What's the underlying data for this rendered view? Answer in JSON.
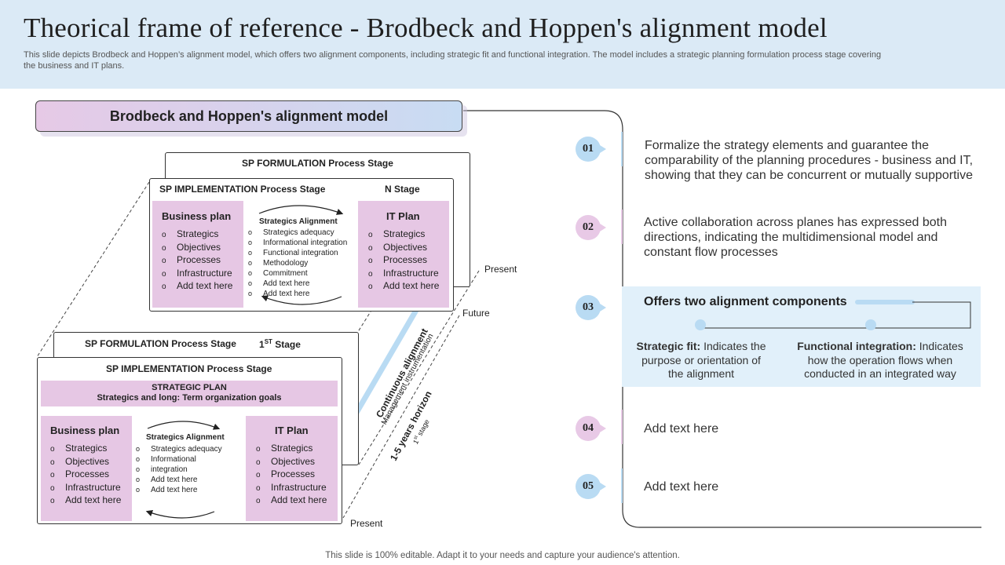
{
  "header": {
    "title": "Theorical frame of reference - Brodbeck and Hoppen's alignment model",
    "subtitle": "This slide depicts Brodbeck and Hoppen’s alignment model, which offers two alignment components, including strategic fit and functional integration. The model includes a strategic planning formulation process stage covering the business and IT plans."
  },
  "diagram": {
    "heading": "Brodbeck and Hoppen's alignment model",
    "top": {
      "formulation_label": "SP FORMULATION   Process Stage",
      "implementation_label": "SP IMPLEMENTATION   Process Stage",
      "n_stage": "N Stage",
      "business_plan": {
        "title": "Business  plan",
        "items": [
          "Strategics",
          "Objectives",
          "Processes",
          "Infrastructure",
          "Add text here"
        ]
      },
      "alignment": {
        "title": "Strategics Alignment",
        "items": [
          "Strategics adequacy",
          "Informational integration",
          "Functional integration",
          "Methodology",
          "Commitment",
          "Add text here",
          "Add text here"
        ]
      },
      "it_plan": {
        "title": "IT Plan",
        "items": [
          "Strategics",
          "Objectives",
          "Processes",
          "Infrastructure",
          "Add text here"
        ]
      }
    },
    "bottom": {
      "formulation_label": "SP FORMULATION   Process Stage",
      "stage_prefix": "1",
      "stage_sup": "ST",
      "stage_suffix": " Stage",
      "implementation_label": "SP IMPLEMENTATION   Process Stage",
      "strategic_plan_title": "STRATEGIC   PLAN",
      "strategic_plan_sub": "Strategics and long: Term organization goals",
      "business_plan": {
        "title": "Business  plan",
        "items": [
          "Strategics",
          "Objectives",
          "Processes",
          "Infrastructure",
          "Add text here"
        ]
      },
      "alignment": {
        "title": "Strategics Alignment",
        "items": [
          "Strategics adequacy",
          "Informational",
          "integration",
          "Add text here",
          "Add text here"
        ]
      },
      "it_plan": {
        "title": "IT Plan",
        "items": [
          "Strategics",
          "Objectives",
          "Processes",
          "Infrastructure",
          "Add text here"
        ]
      }
    },
    "labels": {
      "present_top": "Present",
      "future": "Future",
      "present_bottom": "Present",
      "continuous_alignment": "Continuous alignment",
      "management_instrumentation": "Management instrumentation",
      "horizon": "1-5 years horizon",
      "first_stage_prefix": "1",
      "first_stage_sup": "st",
      "first_stage_suffix": " stage"
    }
  },
  "points": [
    {
      "number": "01",
      "text": "Formalize the strategy elements and guarantee the comparability of the planning procedures - business and IT, showing that they can be concurrent  or mutually  supportive"
    },
    {
      "number": "02",
      "text": "Active collaboration across planes has expressed both directions, indicating the multidimensional model and constant flow processes"
    },
    {
      "number": "03",
      "title": "Offers two alignment components",
      "left_bold": "Strategic fit:",
      "left_text": " Indicates the purpose or orientation of the alignment",
      "right_bold": "Functional integration:",
      "right_text": " Indicates how the operation flows when conducted in an integrated way"
    },
    {
      "number": "04",
      "text": "Add text here"
    },
    {
      "number": "05",
      "text": "Add text here"
    }
  ],
  "footer": "This slide is 100% editable. Adapt it to your needs and capture your audience's attention.",
  "colors": {
    "header_bg": "#dbeaf6",
    "accent_blue": "#b9dbf3",
    "accent_pink": "#e6c7e4",
    "panel_bg": "#e1f0fa"
  }
}
